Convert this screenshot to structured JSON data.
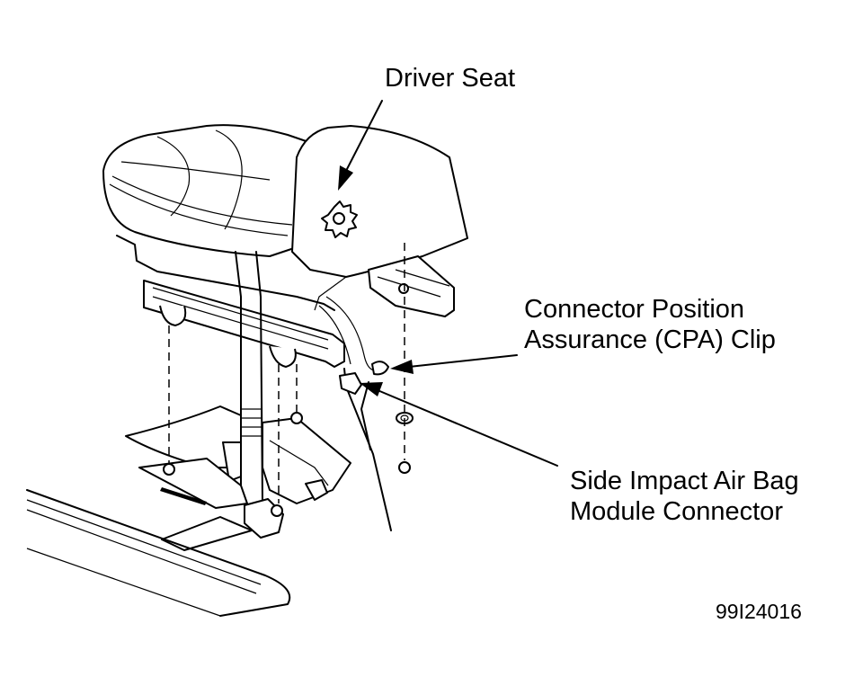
{
  "labels": {
    "driver_seat": "Driver Seat",
    "cpa_line1": "Connector Position",
    "cpa_line2": "Assurance (CPA) Clip",
    "side_impact_line1": "Side Impact Air Bag",
    "side_impact_line2": "Module Connector",
    "figure_id": "99I24016"
  }
}
